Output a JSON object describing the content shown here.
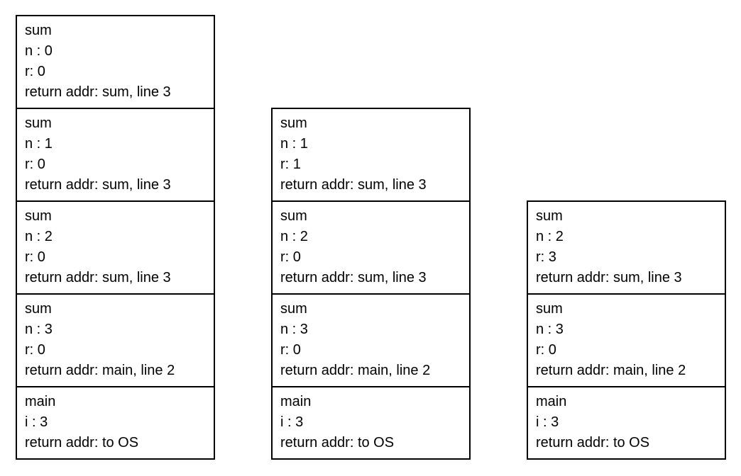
{
  "diagram": {
    "name": "recursive-call-stack-snapshots",
    "colors": {
      "background": "#ffffff",
      "frame_border": "#000000",
      "text": "#000000"
    },
    "columns": [
      {
        "name": "stack-snapshot-1",
        "frames": [
          {
            "function": "sum",
            "lines": [
              "sum",
              "n : 0",
              "r: 0",
              "return addr: sum, line 3"
            ]
          },
          {
            "function": "sum",
            "lines": [
              "sum",
              "n : 1",
              "r: 0",
              "return addr: sum, line 3"
            ]
          },
          {
            "function": "sum",
            "lines": [
              "sum",
              "n : 2",
              "r: 0",
              "return addr: sum, line 3"
            ]
          },
          {
            "function": "sum",
            "lines": [
              "sum",
              "n : 3",
              "r: 0",
              "return addr: main, line 2"
            ]
          },
          {
            "function": "main",
            "lines": [
              "main",
              "i : 3",
              "return addr: to OS"
            ]
          }
        ]
      },
      {
        "name": "stack-snapshot-2",
        "frames": [
          {
            "function": "sum",
            "lines": [
              "sum",
              "n : 1",
              "r: 1",
              "return addr: sum, line 3"
            ]
          },
          {
            "function": "sum",
            "lines": [
              "sum",
              "n : 2",
              "r: 0",
              "return addr: sum, line 3"
            ]
          },
          {
            "function": "sum",
            "lines": [
              "sum",
              "n : 3",
              "r: 0",
              "return addr: main, line 2"
            ]
          },
          {
            "function": "main",
            "lines": [
              "main",
              "i : 3",
              "return addr: to OS"
            ]
          }
        ]
      },
      {
        "name": "stack-snapshot-3",
        "frames": [
          {
            "function": "sum",
            "lines": [
              "sum",
              "n : 2",
              "r: 3",
              "return addr: sum, line 3"
            ]
          },
          {
            "function": "sum",
            "lines": [
              "sum",
              "n : 3",
              "r: 0",
              "return addr: main, line 2"
            ]
          },
          {
            "function": "main",
            "lines": [
              "main",
              "i : 3",
              "return addr: to OS"
            ]
          }
        ]
      }
    ]
  }
}
